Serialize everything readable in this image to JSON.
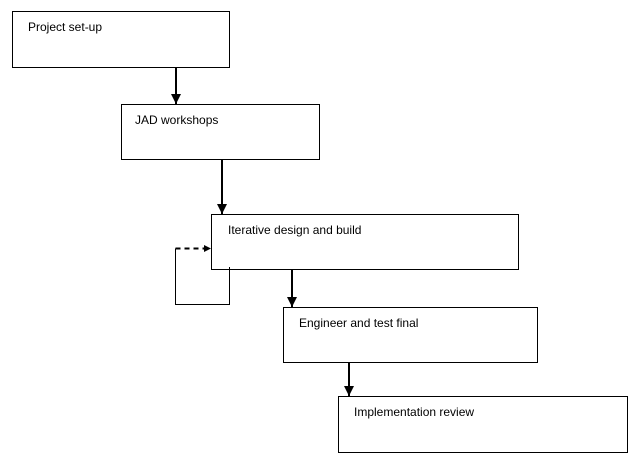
{
  "diagram": {
    "steps": [
      {
        "label": "Project set-up"
      },
      {
        "label": "JAD workshops"
      },
      {
        "label": "Iterative design and build"
      },
      {
        "label": "Engineer and test final"
      },
      {
        "label": "Implementation review"
      }
    ],
    "connections": [
      {
        "from": "Project set-up",
        "to": "JAD workshops",
        "style": "solid"
      },
      {
        "from": "JAD workshops",
        "to": "Iterative design and build",
        "style": "solid"
      },
      {
        "from": "Iterative design and build",
        "to": "Iterative design and build",
        "style": "solid-then-dashed",
        "kind": "feedback-loop"
      },
      {
        "from": "Iterative design and build",
        "to": "Engineer and test final",
        "style": "solid"
      },
      {
        "from": "Engineer and test final",
        "to": "Implementation review",
        "style": "solid"
      }
    ],
    "colors": {
      "stroke": "#000000",
      "fill": "#ffffff",
      "text": "#000000"
    }
  }
}
